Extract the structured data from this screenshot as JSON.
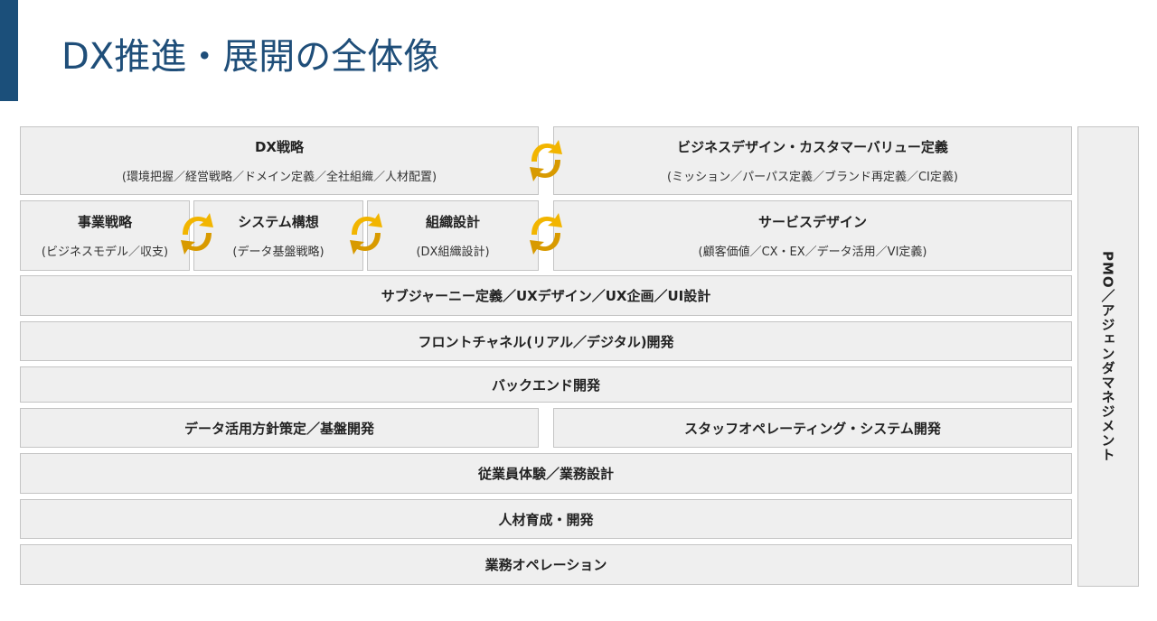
{
  "title": "DX推進・展開の全体像",
  "colors": {
    "accent": "#1b4f7a",
    "title": "#1f4e79",
    "cycle_icon": "#f2b500",
    "box_bg": "#efefef",
    "box_border": "#c4c4c4"
  },
  "strategy": {
    "title": "DX戦略",
    "sub": "(環境把握／経営戦略／ドメイン定義／全社組織／人材配置)"
  },
  "business_design": {
    "title": "ビジネスデザイン・カスタマーバリュー定義",
    "sub": "(ミッション／パーパス定義／ブランド再定義／CI定義)"
  },
  "business_strategy": {
    "title": "事業戦略",
    "sub": "(ビジネスモデル／収支)"
  },
  "system_concept": {
    "title": "システム構想",
    "sub": "(データ基盤戦略)"
  },
  "org_design": {
    "title": "組織設計",
    "sub": "(DX組織設計)"
  },
  "service_design": {
    "title": "サービスデザイン",
    "sub": "(顧客価値／CX・EX／データ活用／VI定義)"
  },
  "rows": {
    "journey": "サブジャーニー定義／UXデザイン／UX企画／UI設計",
    "front": "フロントチャネル(リアル／デジタル)開発",
    "backend": "バックエンド開発",
    "data": "データ活用方針策定／基盤開発",
    "staff": "スタッフオペレーティング・システム開発",
    "employee": "従業員体験／業務設計",
    "hr": "人材育成・開発",
    "ops": "業務オペレーション"
  },
  "pmo": "PMO／アジェンダマネジメント",
  "icons": [
    "cycle-arrows-icon"
  ]
}
